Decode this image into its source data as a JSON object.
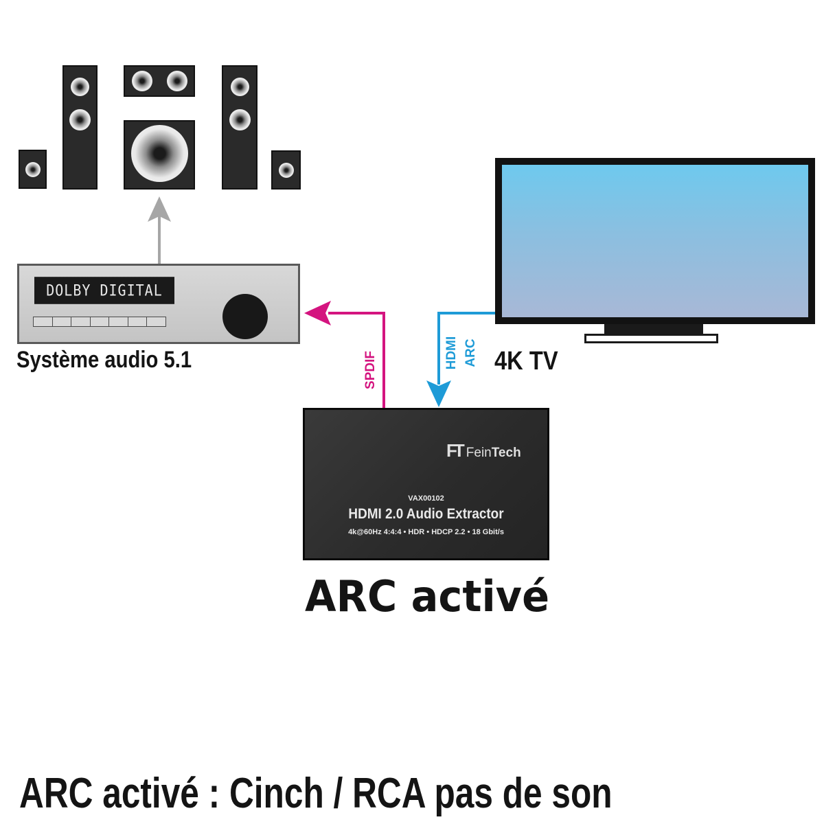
{
  "receiver": {
    "display_text": "DOLBY DIGITAL",
    "label": "Système audio 5.1"
  },
  "tv": {
    "label": "4K TV"
  },
  "connections": {
    "spdif_label": "SPDIF",
    "hdmi_label": "HDMI",
    "arc_label": "ARC",
    "spdif_color": "#d4147f",
    "hdmi_color": "#1e9bd7",
    "speaker_arrow_color": "#a6a6a6"
  },
  "device": {
    "brand_mark": "FT",
    "brand_name_light": "Fein",
    "brand_name_bold": "Tech",
    "model": "VAX00102",
    "title": "HDMI 2.0 Audio Extractor",
    "specs": "4k@60Hz 4:4:4 • HDR • HDCP 2.2 • 18 Gbit/s"
  },
  "status": "ARC activé",
  "footer": "ARC activé : Cinch / RCA pas de son",
  "icons": [
    "speaker-icon",
    "subwoofer-icon",
    "receiver-icon",
    "tv-icon",
    "arrow-icon"
  ]
}
